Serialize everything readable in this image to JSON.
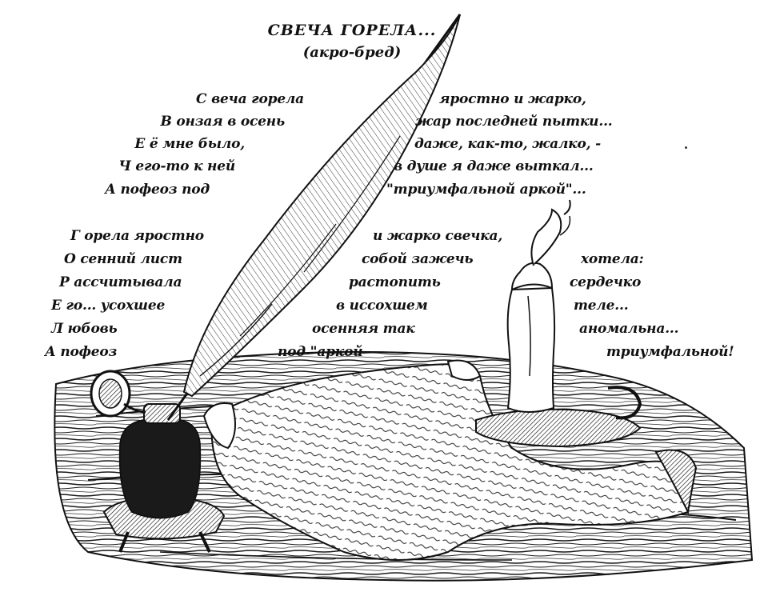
{
  "poem": {
    "title": "СВЕЧА ГОРЕЛА...",
    "subtitle": "(акро-бред)",
    "stanza1": [
      {
        "col1": "С веча горела",
        "col2": "яростно и жарко,"
      },
      {
        "col1": "В онзая в осень",
        "col2": "жар последней пытки..."
      },
      {
        "col1": "Е ё мне было,",
        "col2": "даже, как-то, жалко, -"
      },
      {
        "col1": "Ч его-то к ней",
        "col2": "в душе я даже выткал..."
      },
      {
        "col1": "А пофеоз под",
        "col2": "\"триумфальной аркой\"..."
      }
    ],
    "stanza2": [
      {
        "col1": "Г орела яростно",
        "col2": "и жарко свечка,",
        "col3": ""
      },
      {
        "col1": "О сенний лист",
        "col2": "собой зажечь",
        "col3": "хотела:"
      },
      {
        "col1": "Р ассчитывала",
        "col2": "растопить",
        "col3": "сердечко"
      },
      {
        "col1": "Е го... усохшее",
        "col2": "в иссохшем",
        "col3": "теле..."
      },
      {
        "col1": "Л юбовь",
        "col2": "осенняя  так",
        "col3": "аномальна..."
      },
      {
        "col1": "А пофеоз",
        "col2": "под \"аркой",
        "col3": "триумфальной!"
      }
    ]
  },
  "illustration": {
    "ink": "#111111",
    "paper": "#ffffff",
    "wood": "#2a2a2a"
  }
}
